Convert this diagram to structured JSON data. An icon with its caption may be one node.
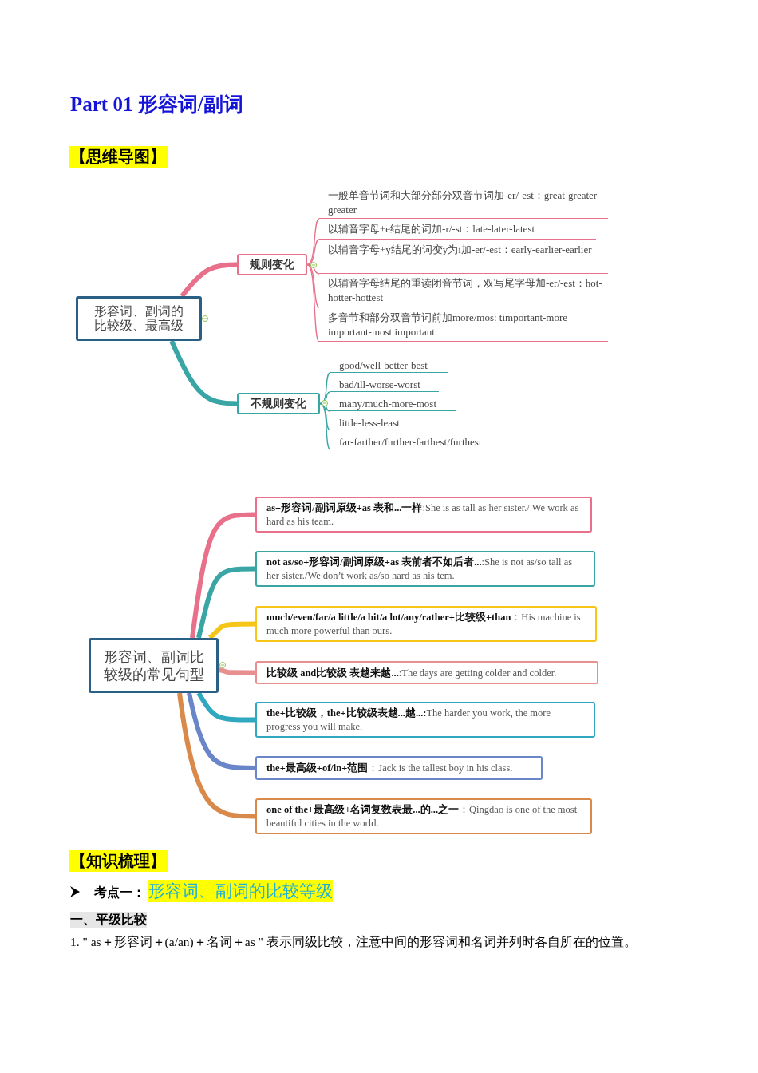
{
  "diagram": {
    "title": "Part 01 形容词/副词",
    "nodes": [
      {
        "text": [
          "形容词、副词的比较级、最高级"
        ]
      },
      {
        "text": [
          "规则变化"
        ]
      },
      {
        "text": [
          "不规则变化"
        ]
      },
      {
        "text": [
          "一般单音节词和大部分部分双音节词加-er/-est：great-greater-greater"
        ]
      },
      {
        "text": [
          "以辅音字母+e结尾的词加-r/-st：late-later-latest"
        ]
      },
      {
        "text": [
          "以辅音字母+y结尾的词变y为i加-er/-est：early-earlier-earlier"
        ]
      },
      {
        "text": [
          "以辅音字母结尾的重读闭音节词，双写尾字母加-er/-est：hot-hotter-hottest"
        ]
      },
      {
        "text": [
          "多音节和部分双音节词前加more/mos: timportant-more important-most important"
        ]
      },
      {
        "text": [
          "good/well-better-best"
        ]
      },
      {
        "text": [
          "bad/ill-worse-worst"
        ]
      },
      {
        "text": [
          "many/much-more-most"
        ]
      },
      {
        "text": [
          "little-less-least"
        ]
      },
      {
        "text": [
          "far-farther/further-farthest/furthest"
        ]
      },
      {
        "text": [
          "形容词、副词比较级的常见句型"
        ]
      },
      {
        "text": [
          "**as+形容词/副词原级+as 表和...一样**:She is as tall as her sister./ We work as hard as his team."
        ]
      },
      {
        "text": [
          "**not as/so+形容词/副词原级+as 表前者不如后者...**:She is not as/so tall as her sister./We don’t work as/so hard as his tem."
        ]
      },
      {
        "text": [
          "**much/even/far/a little/a bit/a lot/any/rather+比较级+than**：His machine is much more powerful than ours."
        ]
      },
      {
        "text": [
          "**比较级 and比较级 表越来越...**:The days are getting colder and colder."
        ]
      },
      {
        "text": [
          "**the+比较级，the+比较级表越...越...:**The harder you work, the more progress you will make."
        ]
      },
      {
        "text": [
          "**the+最高级+of/in+范围**：Jack is the tallest boy in his class."
        ]
      },
      {
        "text": [
          "**one of the+最高级+名词复数表最...的...之一**：Qingdao is one of the most beautiful cities in the world."
        ]
      }
    ],
    "edges": [
      {
        "from": 0,
        "to": 1,
        "arrow": "none",
        "style": "thick",
        "color": "#e8708a"
      },
      {
        "from": 0,
        "to": 2,
        "arrow": "none",
        "style": "thick",
        "color": "#3aa5a5"
      },
      {
        "from": 1,
        "to": 3,
        "arrow": "none",
        "color": "#e8708a"
      },
      {
        "from": 1,
        "to": 4,
        "arrow": "none",
        "color": "#e8708a"
      },
      {
        "from": 1,
        "to": 5,
        "arrow": "none",
        "color": "#e8708a"
      },
      {
        "from": 1,
        "to": 6,
        "arrow": "none",
        "color": "#e8708a"
      },
      {
        "from": 1,
        "to": 7,
        "arrow": "none",
        "color": "#e8708a"
      },
      {
        "from": 2,
        "to": 8,
        "arrow": "none",
        "color": "#3aa5a5"
      },
      {
        "from": 2,
        "to": 9,
        "arrow": "none",
        "color": "#3aa5a5"
      },
      {
        "from": 2,
        "to": 10,
        "arrow": "none",
        "color": "#3aa5a5"
      },
      {
        "from": 2,
        "to": 11,
        "arrow": "none",
        "color": "#3aa5a5"
      },
      {
        "from": 2,
        "to": 12,
        "arrow": "none",
        "color": "#3aa5a5"
      },
      {
        "from": 13,
        "to": 14,
        "arrow": "none",
        "style": "thick",
        "color": "#e8708a"
      },
      {
        "from": 13,
        "to": 15,
        "arrow": "none",
        "style": "thick",
        "color": "#3aa5a5"
      },
      {
        "from": 13,
        "to": 16,
        "arrow": "none",
        "style": "thick",
        "color": "#f5c518"
      },
      {
        "from": 13,
        "to": 17,
        "arrow": "none",
        "style": "thick",
        "color": "#e89090"
      },
      {
        "from": 13,
        "to": 18,
        "arrow": "none",
        "style": "thick",
        "color": "#2fa8c0"
      },
      {
        "from": 13,
        "to": 19,
        "arrow": "none",
        "style": "thick",
        "color": "#6a86c8"
      },
      {
        "from": 13,
        "to": 20,
        "arrow": "none",
        "style": "thick",
        "color": "#d98a4a"
      }
    ],
    "labels": [
      "【思维导图】",
      "【知识梳理】",
      "考点一：",
      "形容词、副词的比较等级",
      "一、平级比较",
      "1. \" as＋形容词＋(a/an)＋名词＋as \" 表示同级比较，注意中间的形容词和名词并列时各自所在的位置。"
    ]
  }
}
